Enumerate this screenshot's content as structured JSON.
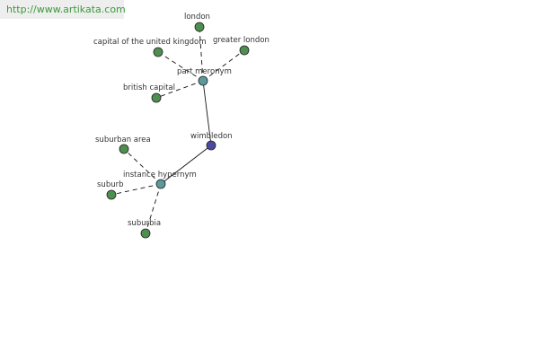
{
  "source": {
    "url_text": "http://www.artikata.com"
  },
  "colors": {
    "word_node": "#4a4aa0",
    "relation_node": "#5a9a9a",
    "term_node": "#4e8e4e",
    "edge": "#111111"
  },
  "graph": {
    "nodes": [
      {
        "id": "wimbledon",
        "label": "wimbledon",
        "kind": "word"
      },
      {
        "id": "part-meronym",
        "label": "part meronym",
        "kind": "relation"
      },
      {
        "id": "instance-hypernym",
        "label": "instance hypernym",
        "kind": "relation"
      },
      {
        "id": "london",
        "label": "london",
        "kind": "term"
      },
      {
        "id": "capital-of-the-united-kingdom",
        "label": "capital of the united kingdom",
        "kind": "term"
      },
      {
        "id": "greater-london",
        "label": "greater london",
        "kind": "term"
      },
      {
        "id": "british-capital",
        "label": "british capital",
        "kind": "term"
      },
      {
        "id": "suburban-area",
        "label": "suburban area",
        "kind": "term"
      },
      {
        "id": "suburb",
        "label": "suburb",
        "kind": "term"
      },
      {
        "id": "suburbia",
        "label": "suburbia",
        "kind": "term"
      }
    ],
    "edges": [
      {
        "from": "wimbledon",
        "to": "part-meronym",
        "style": "solid"
      },
      {
        "from": "wimbledon",
        "to": "instance-hypernym",
        "style": "solid"
      },
      {
        "from": "part-meronym",
        "to": "london",
        "style": "dashed"
      },
      {
        "from": "part-meronym",
        "to": "capital-of-the-united-kingdom",
        "style": "dashed"
      },
      {
        "from": "part-meronym",
        "to": "greater-london",
        "style": "dashed"
      },
      {
        "from": "part-meronym",
        "to": "british-capital",
        "style": "dashed"
      },
      {
        "from": "instance-hypernym",
        "to": "suburban-area",
        "style": "dashed"
      },
      {
        "from": "instance-hypernym",
        "to": "suburb",
        "style": "dashed"
      },
      {
        "from": "instance-hypernym",
        "to": "suburbia",
        "style": "dashed"
      }
    ]
  }
}
